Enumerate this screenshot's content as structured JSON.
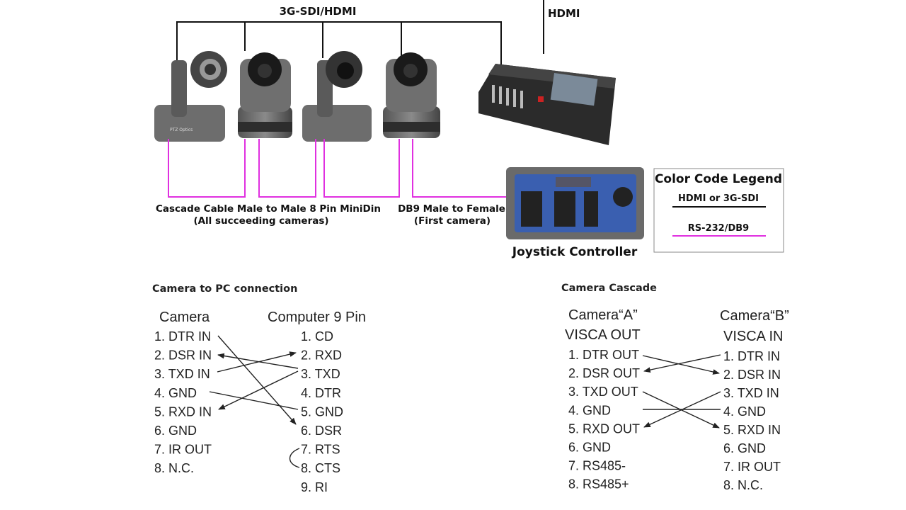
{
  "top": {
    "bus_label": "3G-SDI/HDMI",
    "hdmi_label": "HDMI",
    "cascade_label": "Cascade Cable Male to Male 8 Pin MiniDin",
    "cascade_sub": "(All succeeding cameras)",
    "db9_label": "DB9 Male to Female",
    "db9_sub": "(First camera)",
    "joystick_label": "Joystick Controller",
    "camera_brand": "PTZ Optics"
  },
  "legend": {
    "title": "Color Code Legend",
    "items": [
      {
        "label": "HDMI or 3G-SDI",
        "color": "#111111"
      },
      {
        "label": "RS-232/DB9",
        "color": "#e030e0"
      }
    ]
  },
  "colors": {
    "video": "#111111",
    "serial": "#e030e0"
  },
  "pc": {
    "title": "Camera to PC connection",
    "left_header": "Camera",
    "right_header": "Computer 9 Pin",
    "left": [
      "1. DTR IN",
      "2. DSR IN",
      "3. TXD IN",
      "4. GND",
      "5. RXD IN",
      "6. GND",
      "7. IR OUT",
      "8. N.C."
    ],
    "right": [
      "1. CD",
      "2. RXD",
      "3. TXD",
      "4. DTR",
      "5. GND",
      "6. DSR",
      "7. RTS",
      "8. CTS",
      "9. RI"
    ]
  },
  "cascade": {
    "title": "Camera Cascade",
    "left_header": "Camera“A”",
    "left_sub": "VISCA OUT",
    "right_header": "Camera“B”",
    "right_sub": "VISCA IN",
    "left": [
      "1. DTR OUT",
      "2. DSR OUT",
      "3. TXD OUT",
      "4. GND",
      "5. RXD OUT",
      "6. GND",
      "7. RS485-",
      "8. RS485+"
    ],
    "right": [
      "1. DTR IN",
      "2. DSR IN",
      "3. TXD IN",
      "4. GND",
      "5. RXD IN",
      "6. GND",
      "7. IR OUT",
      "8. N.C."
    ]
  }
}
